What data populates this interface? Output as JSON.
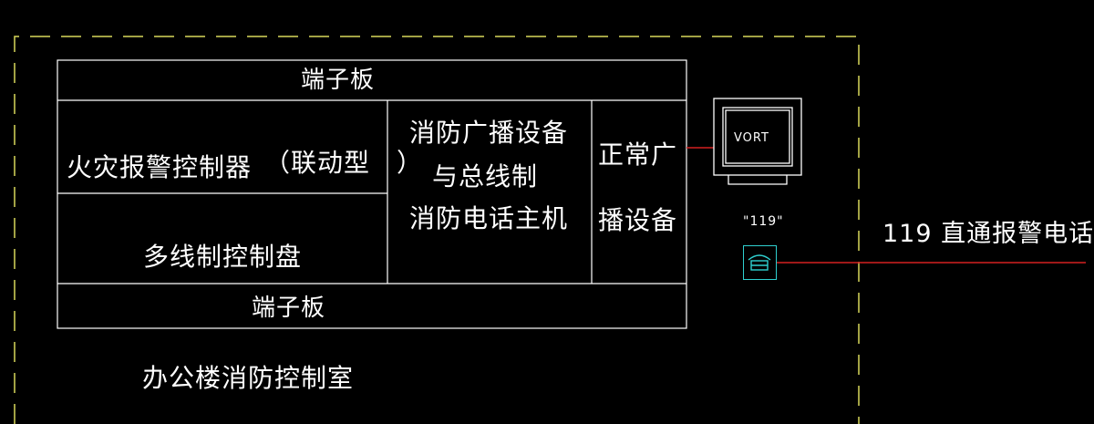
{
  "boxes": {
    "terminal_top": "端子板",
    "fire_alarm": "火灾报警控制器",
    "linkage_type": "（联动型　）",
    "multiline": "多线制控制盘",
    "broadcast_line1": "消防广播设备",
    "broadcast_line2": "与总线制",
    "broadcast_line3": "消防电话主机",
    "normal_line1": "正常广",
    "normal_line2": "播设备",
    "terminal_bottom": "端子板"
  },
  "room_label": "办公楼消防控制室",
  "monitor": {
    "screen_text": "VORT"
  },
  "phone": {
    "number_label": "\"119\""
  },
  "external_label": "119 直通报警电话",
  "colors": {
    "background": "#000000",
    "line": "#ffffff",
    "dashed_boundary": "#d8d85a",
    "link_line": "#d42020",
    "phone_icon": "#2fd0d0"
  }
}
